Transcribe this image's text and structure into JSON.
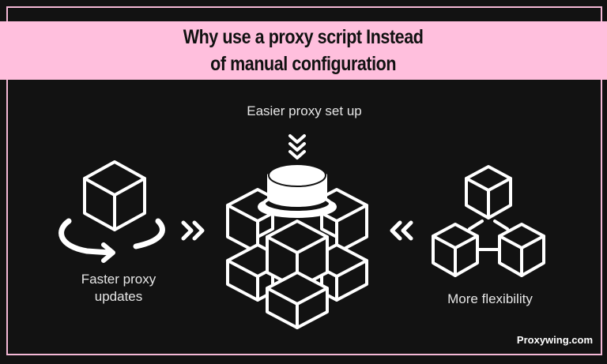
{
  "title": {
    "line1": "Why use a proxy script Instead",
    "line2": "of manual configuration"
  },
  "labels": {
    "top": "Easier proxy set up",
    "left_line1": "Faster proxy",
    "left_line2": "updates",
    "right": "More flexibility"
  },
  "brand": "Proxywing.com",
  "colors": {
    "background": "#121212",
    "banner": "#ffbfdd",
    "frame": "#f4b8d6",
    "icon": "#ffffff"
  },
  "icons": [
    "rotating-cube-icon",
    "chevron-double-right-icon",
    "central-cube-cluster-icon",
    "chevron-double-down-icon",
    "chevron-double-left-icon",
    "connected-cubes-icon"
  ]
}
